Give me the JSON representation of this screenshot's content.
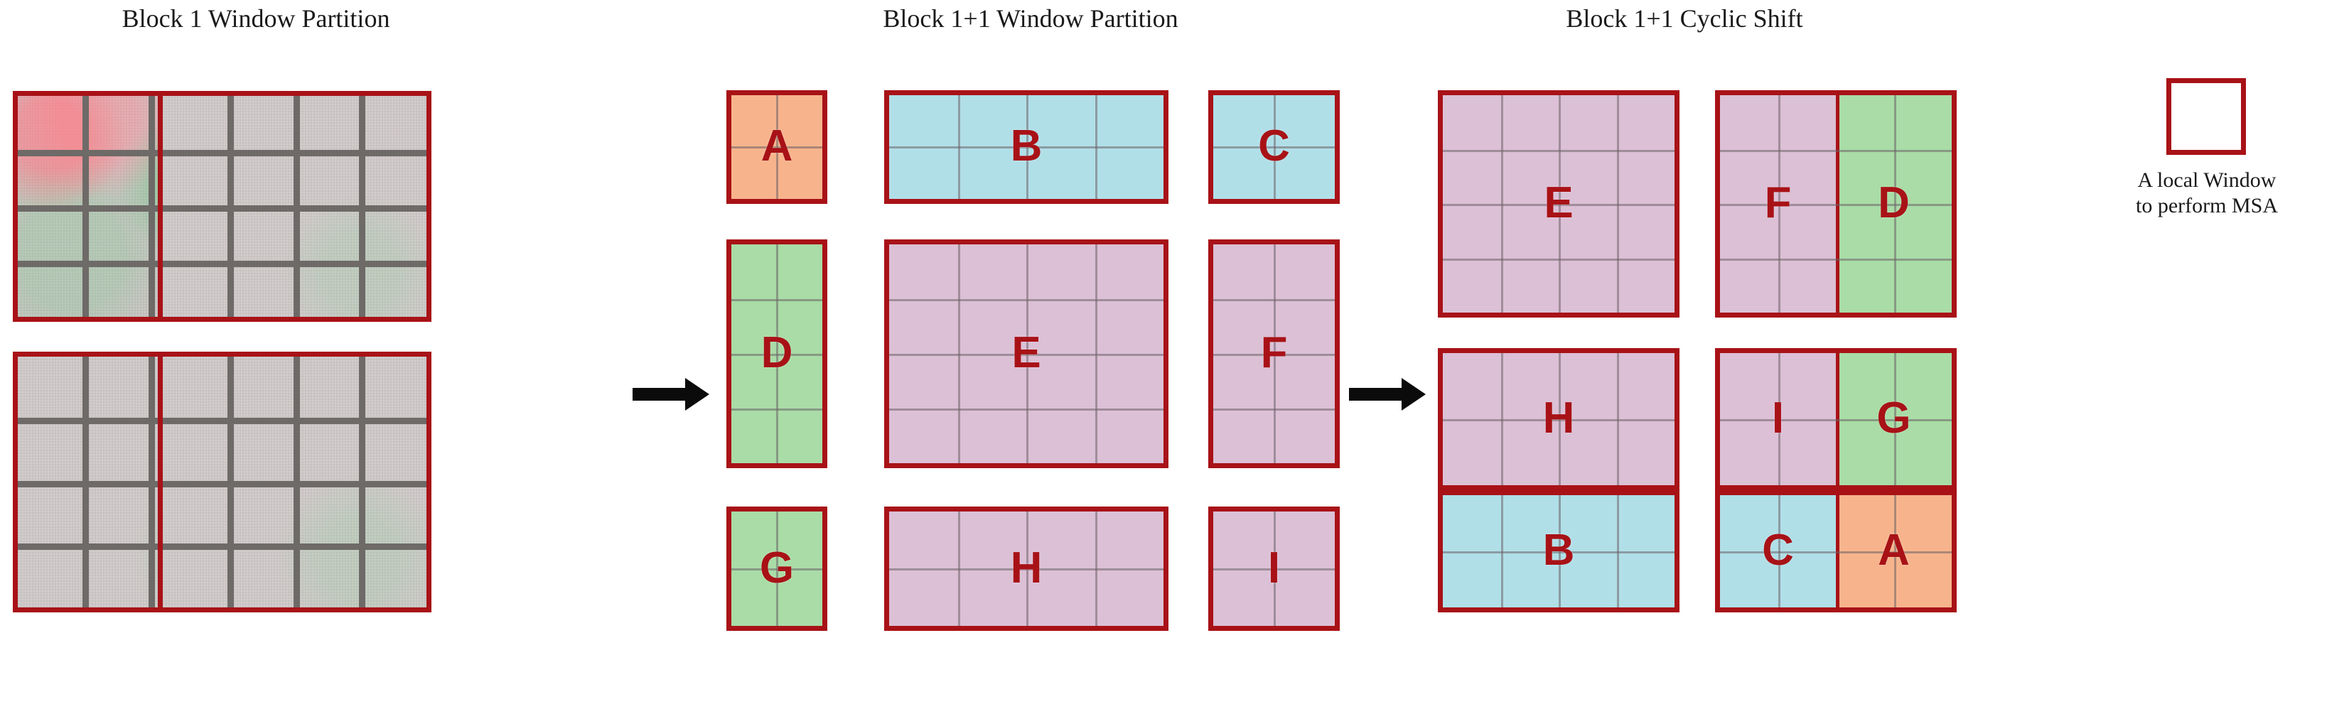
{
  "panels": [
    {
      "title": "Block 1 Window Partition"
    },
    {
      "title": "Block 1+1 Window Partition"
    },
    {
      "title": "Block 1+1 Cyclic Shift"
    }
  ],
  "arrows": [
    {
      "name": "arrow-1",
      "glyph": "→"
    },
    {
      "name": "arrow-2",
      "glyph": "→"
    }
  ],
  "legend": {
    "line1": "A local Window",
    "line2": "to perform MSA",
    "swatch_border_color": "#a81217",
    "swatch_fill_color": "#ffffff"
  },
  "colors": {
    "window_border": "#a81217",
    "label_text": "#a81217",
    "orange": "#f7b48c",
    "cyan": "#b1dfe8",
    "green": "#a9dca6",
    "pink": "#dcc0d6",
    "grid_line": "#6e6a68",
    "background": "#ffffff",
    "title_text": "#1a1a1a"
  },
  "panel1": {
    "name": "block-1-window-partition",
    "blocks": [
      {
        "id": "p1-tl",
        "texture": "image",
        "cols": 4,
        "rows": 4
      },
      {
        "id": "p1-tr",
        "texture": "image",
        "cols": 4,
        "rows": 4
      },
      {
        "id": "p1-bl",
        "texture": "plain",
        "cols": 4,
        "rows": 4
      },
      {
        "id": "p1-br",
        "texture": "plain",
        "cols": 4,
        "rows": 4
      }
    ]
  },
  "panel2": {
    "name": "block-1plus1-window-partition",
    "blocks": [
      {
        "id": "p2-a",
        "label": "A",
        "fill": "orange",
        "cols": 2,
        "rows": 2
      },
      {
        "id": "p2-b",
        "label": "B",
        "fill": "cyan",
        "cols": 4,
        "rows": 2
      },
      {
        "id": "p2-c",
        "label": "C",
        "fill": "cyan",
        "cols": 2,
        "rows": 2
      },
      {
        "id": "p2-d",
        "label": "D",
        "fill": "green",
        "cols": 2,
        "rows": 4
      },
      {
        "id": "p2-e",
        "label": "E",
        "fill": "pink",
        "cols": 4,
        "rows": 4
      },
      {
        "id": "p2-f",
        "label": "F",
        "fill": "pink",
        "cols": 2,
        "rows": 4
      },
      {
        "id": "p2-g",
        "label": "G",
        "fill": "green",
        "cols": 2,
        "rows": 2
      },
      {
        "id": "p2-h",
        "label": "H",
        "fill": "pink",
        "cols": 4,
        "rows": 2
      },
      {
        "id": "p2-i",
        "label": "I",
        "fill": "pink",
        "cols": 2,
        "rows": 2
      }
    ]
  },
  "panel3": {
    "name": "block-1plus1-cyclic-shift",
    "blocks": [
      {
        "id": "p3-tl",
        "labels": [
          "E"
        ],
        "fills": [
          "pink"
        ]
      },
      {
        "id": "p3-tr",
        "labels": [
          "F",
          "D"
        ],
        "fills": [
          "pink",
          "green"
        ]
      },
      {
        "id": "p3-ml",
        "labels": [
          "H"
        ],
        "fills": [
          "pink"
        ]
      },
      {
        "id": "p3-mr",
        "labels": [
          "I",
          "G"
        ],
        "fills": [
          "pink",
          "green"
        ]
      },
      {
        "id": "p3-bl",
        "labels": [
          "B"
        ],
        "fills": [
          "cyan"
        ]
      },
      {
        "id": "p3-br",
        "labels": [
          "C",
          "A"
        ],
        "fills": [
          "cyan",
          "orange"
        ]
      }
    ]
  }
}
